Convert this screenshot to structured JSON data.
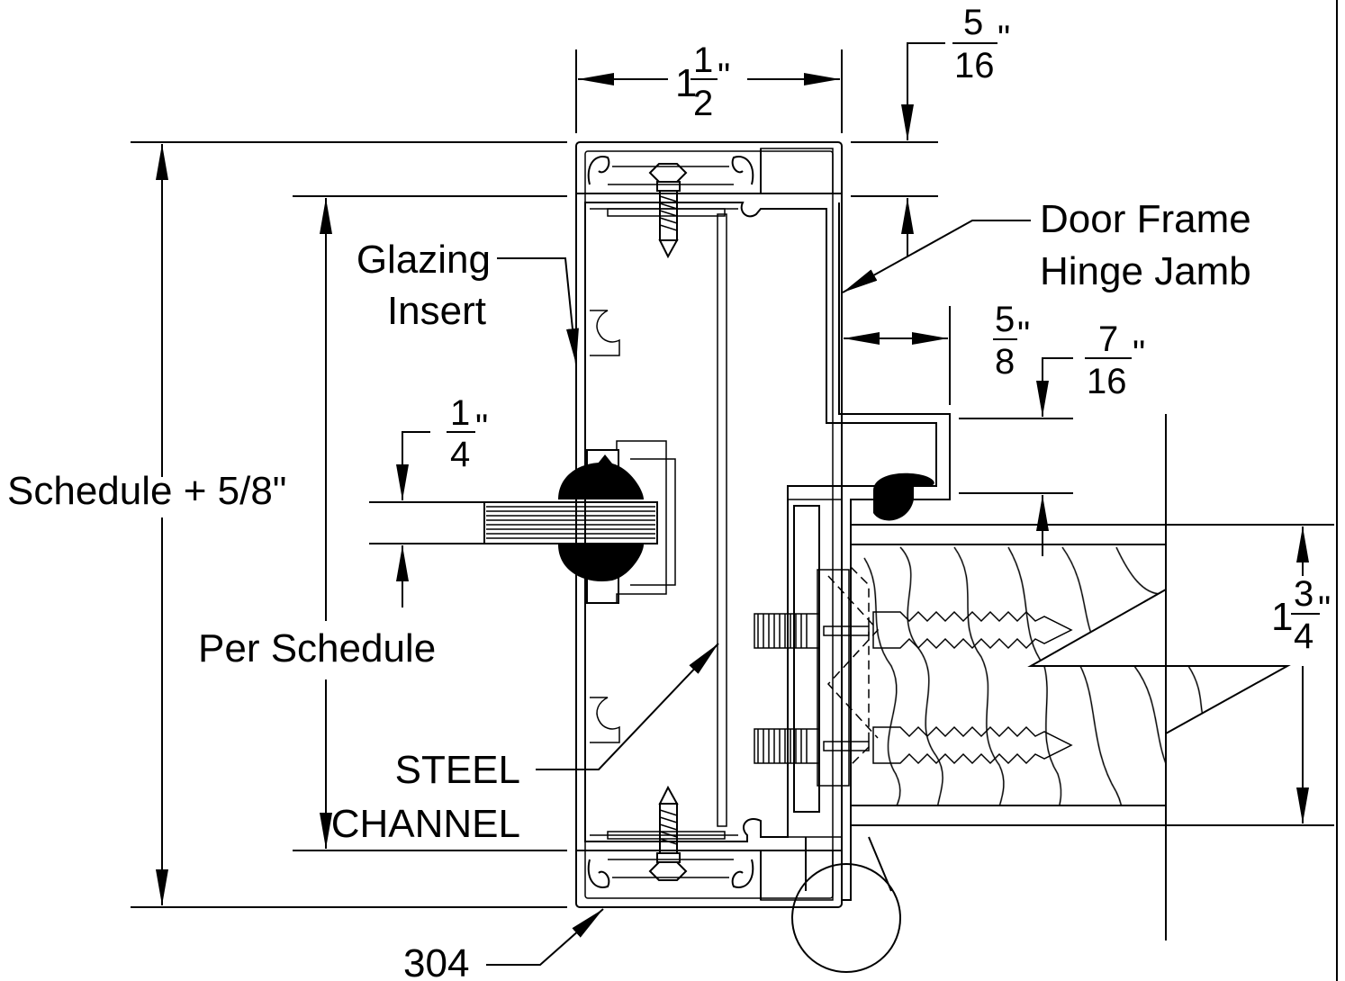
{
  "labels": {
    "glazing_insert_line1": "Glazing",
    "glazing_insert_line2": "Insert",
    "door_frame_line1": "Door Frame",
    "door_frame_line2": "Hinge Jamb",
    "schedule": "Schedule + 5/8\"",
    "per_schedule": "Per Schedule",
    "steel_line1": "STEEL",
    "steel_line2": "CHANNEL",
    "part_number": "304"
  },
  "dimensions": {
    "width_top": {
      "whole": "1",
      "num": "1",
      "den": "2",
      "unit": "\""
    },
    "top_right": {
      "num": "5",
      "den": "16",
      "unit": "\""
    },
    "right_mid": {
      "num": "5",
      "den": "8",
      "unit": "\""
    },
    "right_lower": {
      "num": "7",
      "den": "16",
      "unit": "\""
    },
    "glass": {
      "num": "1",
      "den": "4",
      "unit": "\""
    },
    "door_thickness": {
      "whole": "1",
      "num": "3",
      "den": "4",
      "unit": "\""
    }
  }
}
